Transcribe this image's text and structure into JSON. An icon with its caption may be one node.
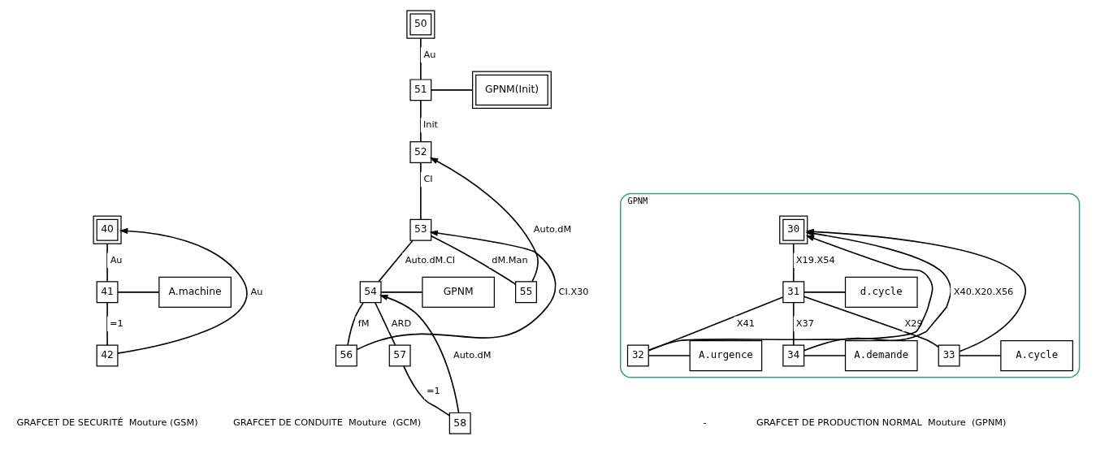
{
  "diagram": {
    "nodes": [
      {
        "text": [
          "40"
        ]
      },
      {
        "text": [
          "41"
        ]
      },
      {
        "text": [
          "A.machine"
        ]
      },
      {
        "text": [
          "42"
        ]
      },
      {
        "text": [
          "50"
        ]
      },
      {
        "text": [
          "51"
        ]
      },
      {
        "text": [
          "GPNM(Init)"
        ]
      },
      {
        "text": [
          "52"
        ]
      },
      {
        "text": [
          "53"
        ]
      },
      {
        "text": [
          "54"
        ]
      },
      {
        "text": [
          "GPNM"
        ]
      },
      {
        "text": [
          "55"
        ]
      },
      {
        "text": [
          "56"
        ]
      },
      {
        "text": [
          "57"
        ]
      },
      {
        "text": [
          "58"
        ]
      },
      {
        "text": [
          "GPNM"
        ]
      },
      {
        "text": [
          "30"
        ],
        "in": 15
      },
      {
        "text": [
          "31"
        ],
        "in": 15
      },
      {
        "text": [
          "d.cycle"
        ],
        "in": 15
      },
      {
        "text": [
          "32"
        ],
        "in": 15
      },
      {
        "text": [
          "A.urgence"
        ],
        "in": 15
      },
      {
        "text": [
          "34"
        ],
        "in": 15
      },
      {
        "text": [
          "A.demande"
        ],
        "in": 15
      },
      {
        "text": [
          "33"
        ],
        "in": 15
      },
      {
        "text": [
          "A.cycle"
        ],
        "in": 15
      }
    ],
    "edges": [
      {
        "from": 0,
        "to": 1,
        "arrow": "none",
        "label": "Au"
      },
      {
        "from": 1,
        "to": 2,
        "arrow": "none"
      },
      {
        "from": 1,
        "to": 3,
        "arrow": "none",
        "label": "=1"
      },
      {
        "from": 3,
        "to": 0,
        "arrow": "to",
        "label": "Au"
      },
      {
        "from": 4,
        "to": 5,
        "arrow": "none",
        "label": "Au"
      },
      {
        "from": 5,
        "to": 6,
        "arrow": "none"
      },
      {
        "from": 5,
        "to": 7,
        "arrow": "none",
        "label": "Init"
      },
      {
        "from": 7,
        "to": 8,
        "arrow": "none",
        "label": "CI"
      },
      {
        "from": 8,
        "to": 9,
        "arrow": "none",
        "label": "Auto.dM.CI"
      },
      {
        "from": 8,
        "to": 11,
        "arrow": "none",
        "label": "dM.Man"
      },
      {
        "from": 9,
        "to": 10,
        "arrow": "none"
      },
      {
        "from": 9,
        "to": 12,
        "arrow": "none",
        "label": "fM"
      },
      {
        "from": 9,
        "to": 13,
        "arrow": "none",
        "label": "ARD"
      },
      {
        "from": 13,
        "to": 14,
        "arrow": "none",
        "label": "=1"
      },
      {
        "from": 12,
        "to": 8,
        "arrow": "to",
        "label": "CI.X30"
      },
      {
        "from": 14,
        "to": 9,
        "arrow": "to",
        "label": "Auto.dM"
      },
      {
        "from": 11,
        "to": 7,
        "arrow": "to",
        "label": "Auto.dM"
      },
      {
        "from": 16,
        "to": 17,
        "arrow": "none",
        "label": "X19.X54"
      },
      {
        "from": 17,
        "to": 18,
        "arrow": "none"
      },
      {
        "from": 17,
        "to": 19,
        "arrow": "none",
        "label": "X41"
      },
      {
        "from": 17,
        "to": 21,
        "arrow": "none",
        "label": "X37"
      },
      {
        "from": 17,
        "to": 23,
        "arrow": "none",
        "label": "X29"
      },
      {
        "from": 19,
        "to": 20,
        "arrow": "none"
      },
      {
        "from": 21,
        "to": 22,
        "arrow": "none"
      },
      {
        "from": 23,
        "to": 24,
        "arrow": "none"
      },
      {
        "from": 19,
        "to": 16,
        "arrow": "to"
      },
      {
        "from": 21,
        "to": 16,
        "arrow": "to",
        "label": "X40.X20.X56"
      },
      {
        "from": 23,
        "to": 16,
        "arrow": "to"
      }
    ],
    "labels": [
      "-",
      "GRAFCET DE SECURITÉ  Mouture (GSM)",
      "GRAFCET DE CONDUITE  Mouture  (GCM)",
      "GRAFCET DE PRODUCTION NORMAL  Mouture  (GPNM)"
    ]
  }
}
